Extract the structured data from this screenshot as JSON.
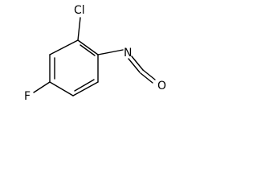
{
  "molecule": {
    "atoms": {
      "chlorine": "Cl",
      "fluorine": "F",
      "nitrogen": "N",
      "oxygen": "O"
    },
    "bond_color": "#000000",
    "background": "#ffffff"
  }
}
